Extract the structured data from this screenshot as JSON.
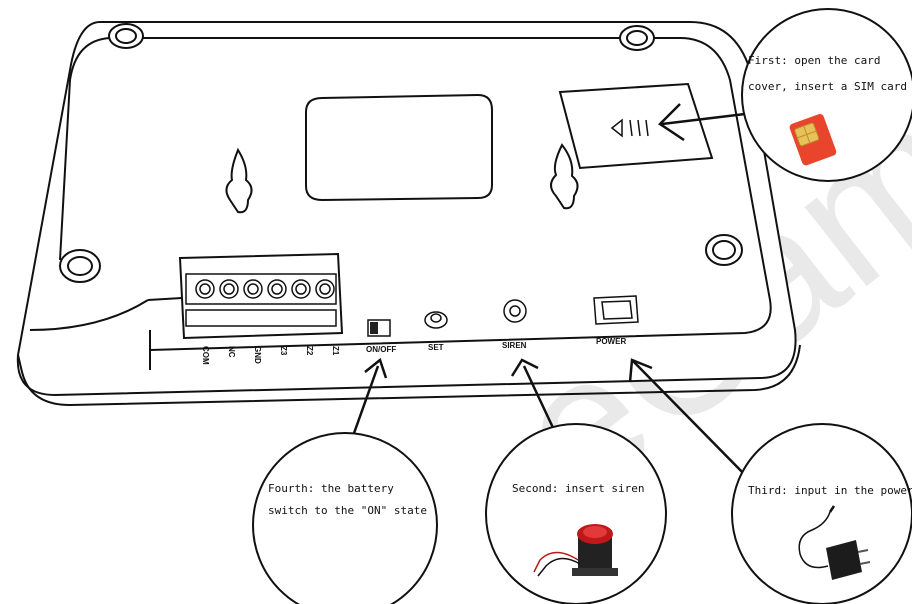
{
  "watermark": "eCam",
  "callouts": {
    "first": {
      "line1": "First: open the card",
      "line2": "cover, insert a SIM card"
    },
    "second": {
      "line1": "Second: insert siren"
    },
    "third": {
      "line1": "Third: input in the power"
    },
    "fourth": {
      "line1": "Fourth: the battery",
      "line2": "switch to the \"ON\" state"
    }
  },
  "terminals": [
    "COM",
    "NC",
    "GND",
    "Z3",
    "Z2",
    "Z1"
  ],
  "ports": {
    "onoff": "ON/OFF",
    "set": "SET",
    "siren": "SIREN",
    "power": "POWER"
  },
  "icons": [
    "sim-card-icon",
    "siren-icon",
    "power-adapter-icon"
  ]
}
